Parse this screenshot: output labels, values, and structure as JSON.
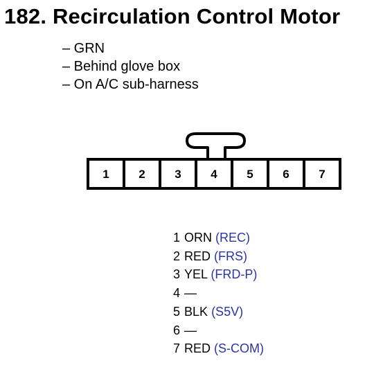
{
  "title": "182. Recirculation Control Motor",
  "notes": [
    "– GRN",
    "– Behind glove box",
    "– On A/C sub-harness"
  ],
  "connector": {
    "pins": [
      "1",
      "2",
      "3",
      "4",
      "5",
      "6",
      "7"
    ],
    "latch_over_pin": "4"
  },
  "pinout": [
    {
      "pin": "1",
      "wire": "ORN",
      "signal": "(REC)"
    },
    {
      "pin": "2",
      "wire": "RED",
      "signal": "(FRS)"
    },
    {
      "pin": "3",
      "wire": "YEL ",
      "signal": "(FRD-P)"
    },
    {
      "pin": "4",
      "wire": "—",
      "signal": ""
    },
    {
      "pin": "5",
      "wire": "BLK",
      "signal": "(S5V)"
    },
    {
      "pin": "6",
      "wire": "—",
      "signal": ""
    },
    {
      "pin": "7",
      "wire": "RED",
      "signal": "(S-COM)"
    }
  ],
  "colors": {
    "signal_text": "#2b33a8",
    "outline": "#000000"
  }
}
